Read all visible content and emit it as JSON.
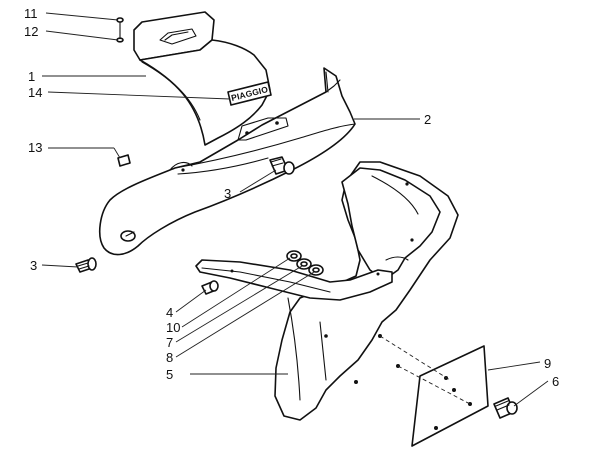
{
  "diagram": {
    "logo": "PIAGGIO",
    "callouts": {
      "c11": "11",
      "c12": "12",
      "c1": "1",
      "c14": "14",
      "c13": "13",
      "c2": "2",
      "c3a": "3",
      "c3b": "3",
      "c4": "4",
      "c10": "10",
      "c7": "7",
      "c8": "8",
      "c5": "5",
      "c9": "9",
      "c6": "6"
    }
  }
}
